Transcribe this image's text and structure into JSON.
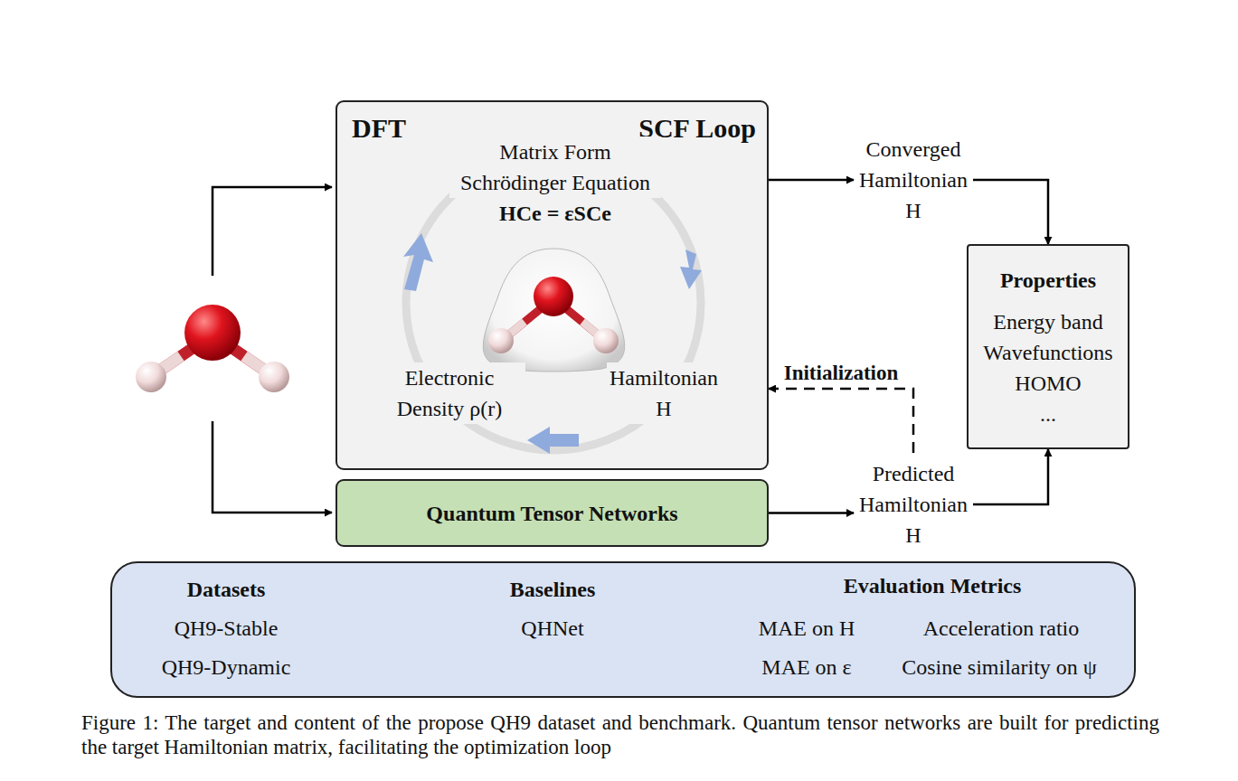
{
  "diagram": {
    "caption": "Figure 1: The target and content of the propose QH9 dataset and benchmark. Quantum tensor networks are built for predicting the target Hamiltonian matrix, facilitating the optimization loop",
    "nodes": [
      {
        "text": [
          "DFT",
          "SCF Loop",
          "Matrix Form Schrödinger Equation",
          "HCe = εSCe",
          "Electronic Density ρ(r)",
          "Hamiltonian H"
        ]
      },
      {
        "text": [
          "Converged Hamiltonian H"
        ]
      },
      {
        "text": [
          "Properties",
          "Energy band",
          "Wavefunctions",
          "HOMO",
          "..."
        ]
      },
      {
        "text": [
          "Quantum Tensor Networks"
        ]
      },
      {
        "text": [
          "Predicted Hamiltonian H"
        ]
      },
      {
        "text": [
          "Datasets",
          "QH9-Stable",
          "QH9-Dynamic",
          "Baselines",
          "QHNet",
          "Evaluation Metrics",
          "MAE on H",
          "Acceleration ratio",
          "MAE on ε",
          "Cosine similarity on ψ"
        ]
      }
    ],
    "edges": [
      {
        "from": 0,
        "to": 1,
        "arrow": "to"
      },
      {
        "from": 1,
        "to": 2,
        "arrow": "to"
      },
      {
        "from": 3,
        "to": 4,
        "arrow": "to"
      },
      {
        "from": 4,
        "to": 2,
        "arrow": "to"
      },
      {
        "from": 4,
        "to": 0,
        "label": "Initialization",
        "arrow": "to"
      }
    ]
  }
}
